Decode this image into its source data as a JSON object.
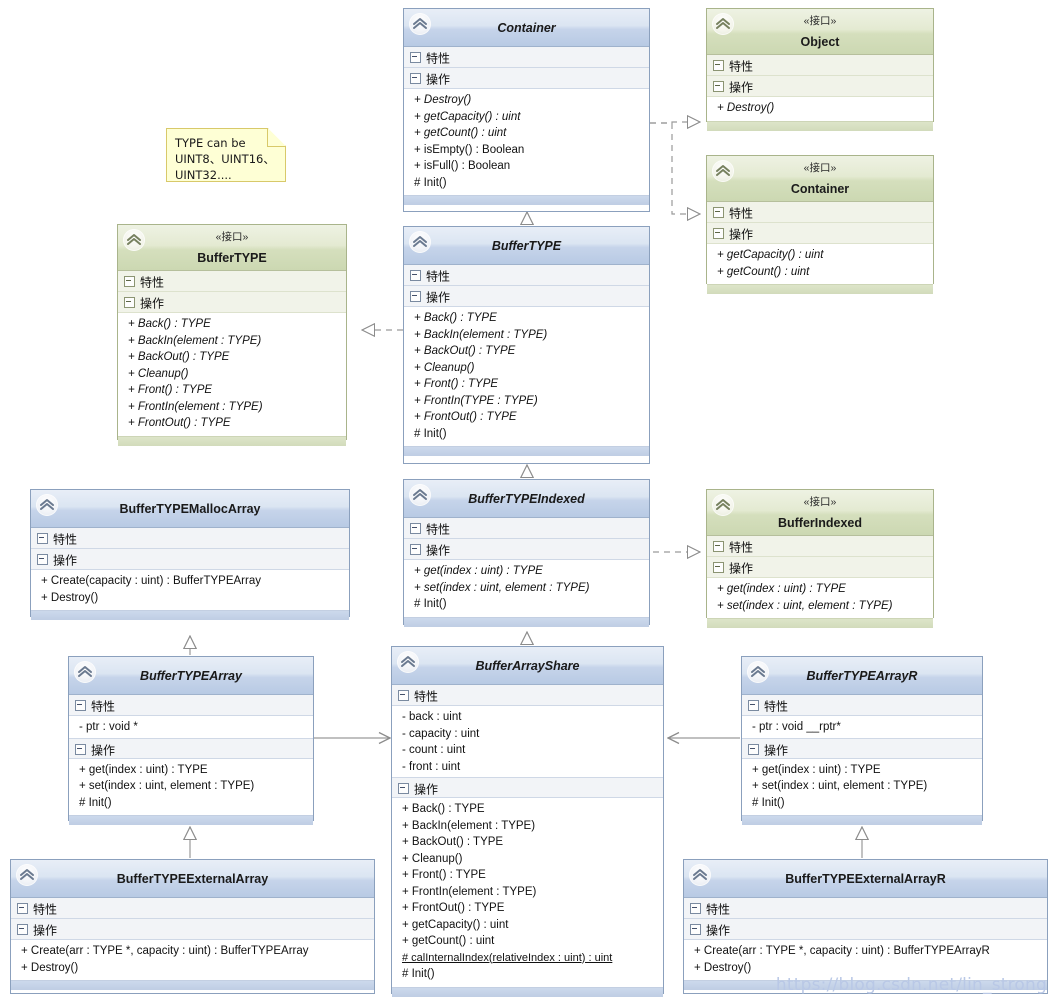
{
  "diagram": {
    "title": "Buffer TYPE UML class diagram",
    "stereotype_interface": "«接口»",
    "section_attributes": "特性",
    "section_operations": "操作",
    "icon_expand": "chevron-up-icon",
    "colors": {
      "class_header": "#c6d4ea",
      "interface_header": "#d5dfbd",
      "class_border": "#8ba0bd",
      "interface_border": "#a9b48b",
      "note_fill": "#feffd5",
      "note_border": "#d8c96a",
      "link": "#9a9a9a",
      "watermark": "#b9c8e6"
    },
    "watermark": "https://blog.csdn.net/lin_strong"
  },
  "note": {
    "lines": [
      "TYPE can be",
      "UINT8、UINT16、",
      "UINT32...."
    ],
    "text": "TYPE can be UINT8、UINT16、UINT32...."
  },
  "classes": [
    {
      "id": "container-class",
      "name": "Container",
      "kind": "abstract-class",
      "stereotype": "",
      "attributes": [],
      "operations": [
        {
          "text": "+ Destroy()",
          "italic": true,
          "underline": false
        },
        {
          "text": "+ getCapacity() : uint",
          "italic": true,
          "underline": false
        },
        {
          "text": "+ getCount() : uint",
          "italic": true,
          "underline": false
        },
        {
          "text": "+ isEmpty() : Boolean",
          "italic": false,
          "underline": false
        },
        {
          "text": "+ isFull() : Boolean",
          "italic": false,
          "underline": false
        },
        {
          "text": "# Init()",
          "italic": false,
          "underline": false
        }
      ]
    },
    {
      "id": "object-interface",
      "name": "Object",
      "kind": "interface",
      "stereotype": "«接口»",
      "attributes": [],
      "operations": [
        {
          "text": "+ Destroy()",
          "italic": true,
          "underline": false
        }
      ]
    },
    {
      "id": "container-interface",
      "name": "Container",
      "kind": "interface",
      "stereotype": "«接口»",
      "attributes": [],
      "operations": [
        {
          "text": "+ getCapacity() : uint",
          "italic": true,
          "underline": false
        },
        {
          "text": "+ getCount() : uint",
          "italic": true,
          "underline": false
        }
      ]
    },
    {
      "id": "buffertype-interface",
      "name": "BufferTYPE",
      "kind": "interface",
      "stereotype": "«接口»",
      "attributes": [],
      "operations": [
        {
          "text": "+ Back() : TYPE",
          "italic": true,
          "underline": false
        },
        {
          "text": "+ BackIn(element : TYPE)",
          "italic": true,
          "underline": false
        },
        {
          "text": "+ BackOut() : TYPE",
          "italic": true,
          "underline": false
        },
        {
          "text": "+ Cleanup()",
          "italic": true,
          "underline": false
        },
        {
          "text": "+ Front() : TYPE",
          "italic": true,
          "underline": false
        },
        {
          "text": "+ FrontIn(element : TYPE)",
          "italic": true,
          "underline": false
        },
        {
          "text": "+ FrontOut() : TYPE",
          "italic": true,
          "underline": false
        }
      ]
    },
    {
      "id": "buffertype-class",
      "name": "BufferTYPE",
      "kind": "abstract-class",
      "stereotype": "",
      "attributes": [],
      "operations": [
        {
          "text": "+ Back() : TYPE",
          "italic": true,
          "underline": false
        },
        {
          "text": "+ BackIn(element : TYPE)",
          "italic": true,
          "underline": false
        },
        {
          "text": "+ BackOut() : TYPE",
          "italic": true,
          "underline": false
        },
        {
          "text": "+ Cleanup()",
          "italic": true,
          "underline": false
        },
        {
          "text": "+ Front() : TYPE",
          "italic": true,
          "underline": false
        },
        {
          "text": "+ FrontIn(TYPE : TYPE)",
          "italic": true,
          "underline": false
        },
        {
          "text": "+ FrontOut() : TYPE",
          "italic": true,
          "underline": false
        },
        {
          "text": "# Init()",
          "italic": false,
          "underline": false
        }
      ]
    },
    {
      "id": "buffertypeindexed-class",
      "name": "BufferTYPEIndexed",
      "kind": "abstract-class",
      "stereotype": "",
      "attributes": [],
      "operations": [
        {
          "text": "+ get(index : uint) : TYPE",
          "italic": true,
          "underline": false
        },
        {
          "text": "+ set(index : uint, element : TYPE)",
          "italic": true,
          "underline": false
        },
        {
          "text": "# Init()",
          "italic": false,
          "underline": false
        }
      ]
    },
    {
      "id": "bufferindexed-interface",
      "name": "BufferIndexed",
      "kind": "interface",
      "stereotype": "«接口»",
      "attributes": [],
      "operations": [
        {
          "text": "+ get(index : uint) : TYPE",
          "italic": true,
          "underline": false
        },
        {
          "text": "+ set(index : uint, element : TYPE)",
          "italic": true,
          "underline": false
        }
      ]
    },
    {
      "id": "buffertypemallocarray-class",
      "name": "BufferTYPEMallocArray",
      "kind": "class",
      "stereotype": "",
      "attributes": [],
      "operations": [
        {
          "text": "+ Create(capacity : uint) : BufferTYPEArray",
          "italic": false,
          "underline": false
        },
        {
          "text": "+ Destroy()",
          "italic": false,
          "underline": false
        }
      ]
    },
    {
      "id": "buffertypearray-class",
      "name": "BufferTYPEArray",
      "kind": "abstract-class",
      "stereotype": "",
      "attributes": [
        {
          "text": "- ptr : void *",
          "italic": false,
          "underline": false
        }
      ],
      "operations": [
        {
          "text": "+ get(index : uint) : TYPE",
          "italic": false,
          "underline": false
        },
        {
          "text": "+ set(index : uint, element : TYPE)",
          "italic": false,
          "underline": false
        },
        {
          "text": "# Init()",
          "italic": false,
          "underline": false
        }
      ]
    },
    {
      "id": "bufferarrayshare-class",
      "name": "BufferArrayShare",
      "kind": "abstract-class",
      "stereotype": "",
      "attributes": [
        {
          "text": "- back : uint",
          "italic": false,
          "underline": false
        },
        {
          "text": "- capacity : uint",
          "italic": false,
          "underline": false
        },
        {
          "text": "- count : uint",
          "italic": false,
          "underline": false
        },
        {
          "text": "- front : uint",
          "italic": false,
          "underline": false
        }
      ],
      "operations": [
        {
          "text": "+ Back() : TYPE",
          "italic": false,
          "underline": false
        },
        {
          "text": "+ BackIn(element : TYPE)",
          "italic": false,
          "underline": false
        },
        {
          "text": "+ BackOut() : TYPE",
          "italic": false,
          "underline": false
        },
        {
          "text": "+ Cleanup()",
          "italic": false,
          "underline": false
        },
        {
          "text": "+ Front() : TYPE",
          "italic": false,
          "underline": false
        },
        {
          "text": "+ FrontIn(element : TYPE)",
          "italic": false,
          "underline": false
        },
        {
          "text": "+ FrontOut() : TYPE",
          "italic": false,
          "underline": false
        },
        {
          "text": "+ getCapacity() : uint",
          "italic": false,
          "underline": false
        },
        {
          "text": "+ getCount() : uint",
          "italic": false,
          "underline": false
        },
        {
          "text": "# calInternalIndex(relativeIndex : uint) : uint",
          "italic": false,
          "underline": true
        },
        {
          "text": "# Init()",
          "italic": false,
          "underline": false
        }
      ]
    },
    {
      "id": "buffertypearrayr-class",
      "name": "BufferTYPEArrayR",
      "kind": "abstract-class",
      "stereotype": "",
      "attributes": [
        {
          "text": "- ptr : void __rptr*",
          "italic": false,
          "underline": false
        }
      ],
      "operations": [
        {
          "text": "+ get(index : uint) : TYPE",
          "italic": false,
          "underline": false
        },
        {
          "text": "+ set(index : uint, element : TYPE)",
          "italic": false,
          "underline": false
        },
        {
          "text": "# Init()",
          "italic": false,
          "underline": false
        }
      ]
    },
    {
      "id": "buffertypeexternalarray-class",
      "name": "BufferTYPEExternalArray",
      "kind": "class",
      "stereotype": "",
      "attributes": [],
      "operations": [
        {
          "text": "+ Create(arr : TYPE *, capacity : uint) : BufferTYPEArray",
          "italic": false,
          "underline": false
        },
        {
          "text": "+ Destroy()",
          "italic": false,
          "underline": false
        }
      ]
    },
    {
      "id": "buffertypeexternalarrayr-class",
      "name": "BufferTYPEExternalArrayR",
      "kind": "class",
      "stereotype": "",
      "attributes": [],
      "operations": [
        {
          "text": "+ Create(arr : TYPE *, capacity : uint) : BufferTYPEArrayR",
          "italic": false,
          "underline": false
        },
        {
          "text": "+ Destroy()",
          "italic": false,
          "underline": false
        }
      ]
    }
  ],
  "relationships": [
    {
      "from": "container-class",
      "to": "object-interface",
      "type": "realization"
    },
    {
      "from": "container-class",
      "to": "container-interface",
      "type": "realization"
    },
    {
      "from": "buffertype-class",
      "to": "container-class",
      "type": "generalization"
    },
    {
      "from": "buffertype-class",
      "to": "buffertype-interface",
      "type": "realization"
    },
    {
      "from": "buffertypeindexed-class",
      "to": "buffertype-class",
      "type": "generalization"
    },
    {
      "from": "buffertypeindexed-class",
      "to": "bufferindexed-interface",
      "type": "realization"
    },
    {
      "from": "bufferarrayshare-class",
      "to": "buffertypeindexed-class",
      "type": "generalization"
    },
    {
      "from": "buffertypearray-class",
      "to": "buffertypemallocarray-class",
      "type": "generalization"
    },
    {
      "from": "buffertypearray-class",
      "to": "bufferarrayshare-class",
      "type": "association"
    },
    {
      "from": "buffertypearrayr-class",
      "to": "bufferarrayshare-class",
      "type": "association"
    },
    {
      "from": "buffertypeexternalarray-class",
      "to": "buffertypearray-class",
      "type": "generalization"
    },
    {
      "from": "buffertypeexternalarrayr-class",
      "to": "buffertypearrayr-class",
      "type": "generalization"
    }
  ]
}
